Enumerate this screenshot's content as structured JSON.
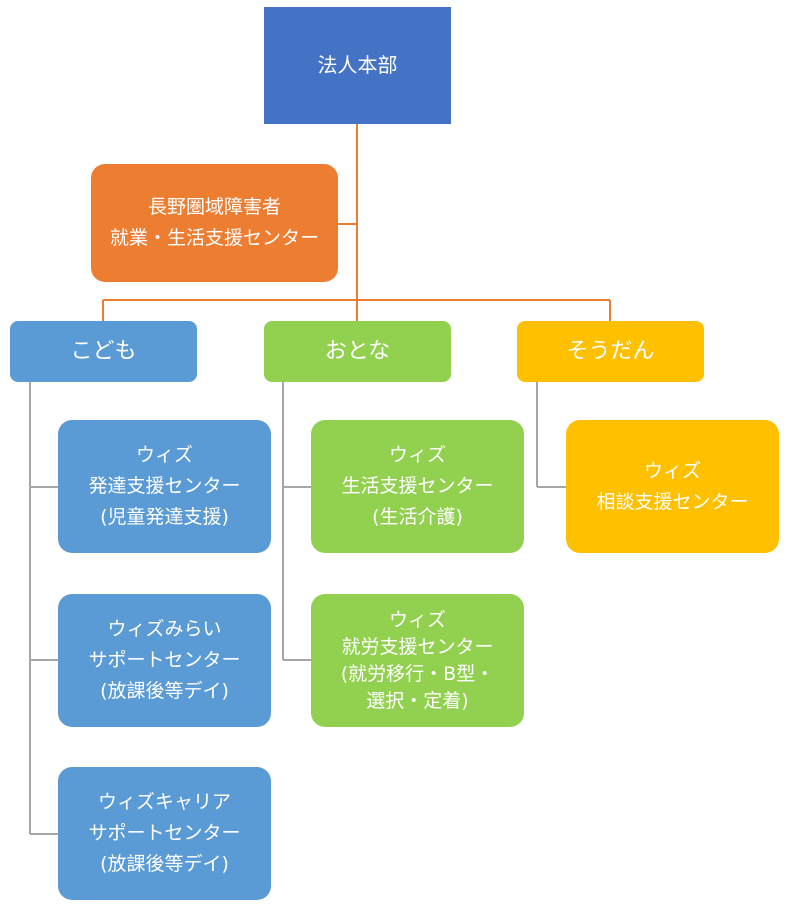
{
  "colors": {
    "headquarters": "#4472c4",
    "center_unit": "#ed7d31",
    "kodomo": "#5b9bd5",
    "otona": "#92d050",
    "soudan": "#ffc000",
    "connector_main": "#ed7d31",
    "connector_branch": "#a6a6a6"
  },
  "headquarters": {
    "label": "法人本部"
  },
  "center_unit": {
    "lines": [
      "長野圏域障害者",
      "就業・生活支援センター"
    ]
  },
  "categories": [
    {
      "key": "kodomo",
      "label": "こども",
      "units": [
        {
          "lines": [
            "ウィズ",
            "発達支援センター",
            "(児童発達支援)"
          ]
        },
        {
          "lines": [
            "ウィズみらい",
            "サポートセンター",
            "(放課後等デイ)"
          ]
        },
        {
          "lines": [
            "ウィズキャリア",
            "サポートセンター",
            "(放課後等デイ)"
          ]
        }
      ]
    },
    {
      "key": "otona",
      "label": "おとな",
      "units": [
        {
          "lines": [
            "ウィズ",
            "生活支援センター",
            "(生活介護)"
          ]
        },
        {
          "lines": [
            "ウィズ",
            "就労支援センター",
            "(就労移行・B型・",
            "選択・定着)"
          ]
        }
      ]
    },
    {
      "key": "soudan",
      "label": "そうだん",
      "units": [
        {
          "lines": [
            "ウィズ",
            "相談支援センター"
          ]
        }
      ]
    }
  ]
}
